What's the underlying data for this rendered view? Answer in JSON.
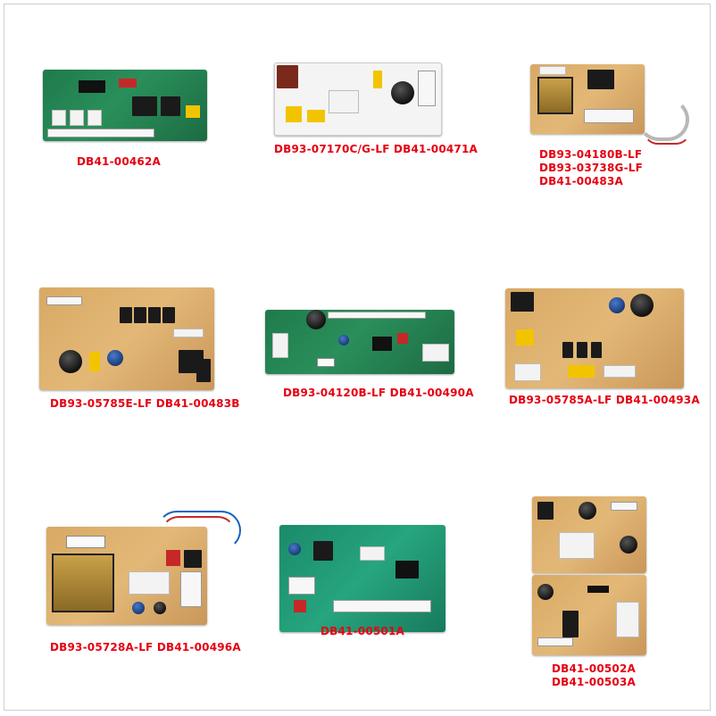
{
  "products": [
    {
      "id": "p1",
      "labels": [
        "DB41-00462A"
      ]
    },
    {
      "id": "p2",
      "labels": [
        "DB93-07170C/G-LF DB41-00471A"
      ]
    },
    {
      "id": "p3",
      "labels": [
        "DB93-04180B-LF",
        "DB93-03738G-LF",
        "DB41-00483A"
      ]
    },
    {
      "id": "p4",
      "labels": [
        "DB93-05785E-LF DB41-00483B"
      ]
    },
    {
      "id": "p5",
      "labels": [
        "DB93-04120B-LF DB41-00490A"
      ]
    },
    {
      "id": "p6",
      "labels": [
        "DB93-05785A-LF DB41-00493A"
      ]
    },
    {
      "id": "p7",
      "labels": [
        "DB93-05728A-LF DB41-00496A"
      ]
    },
    {
      "id": "p8",
      "labels": [
        "DB41-00501A"
      ]
    },
    {
      "id": "p9",
      "labels": [
        "DB41-00502A",
        "DB41-00503A"
      ]
    }
  ],
  "colors": {
    "caption": "#e60012",
    "board_green": "#2a8f5a",
    "board_tan": "#e3b877"
  }
}
